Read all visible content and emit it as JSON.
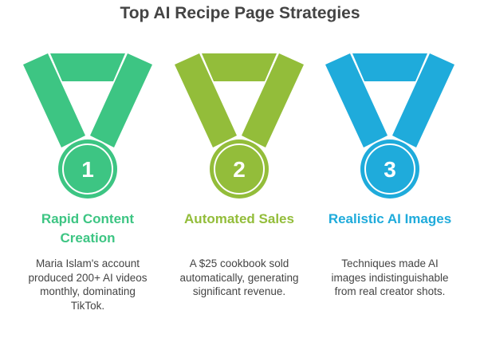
{
  "title": "Top AI Recipe Page Strategies",
  "items": [
    {
      "number": "1",
      "heading": "Rapid Content Creation",
      "text": "Maria Islam's account produced 200+ AI videos monthly, dominating TikTok.",
      "color": "#3dc583",
      "icon": "medal-icon"
    },
    {
      "number": "2",
      "heading": "Automated Sales",
      "text": "A $25 cookbook sold automatically, generating significant revenue.",
      "color": "#93bd3a",
      "icon": "medal-icon"
    },
    {
      "number": "3",
      "heading": "Realistic AI Images",
      "text": "Techniques made AI images indistinguishable from real creator shots.",
      "color": "#1fabdb",
      "icon": "medal-icon"
    }
  ]
}
